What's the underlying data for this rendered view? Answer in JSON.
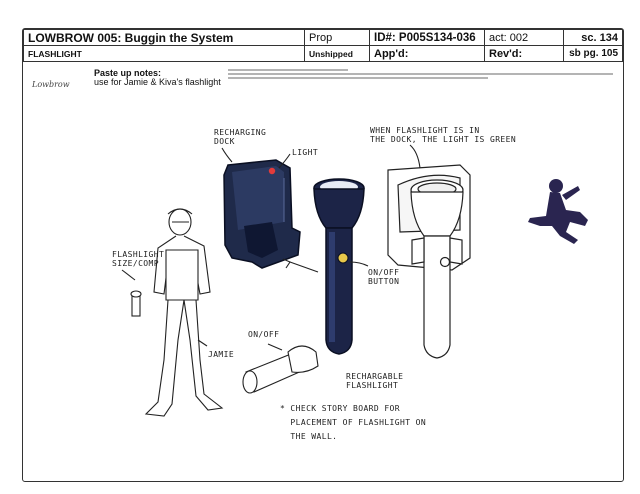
{
  "header": {
    "production": "LOWBROW 005: Buggin the System",
    "item": "FLASHLIGHT",
    "type": "Prop",
    "status": "Unshipped",
    "id": "ID#: P005S134-036",
    "approved_label": "App'd:",
    "act": "act: 002",
    "revised_label": "Rev'd:",
    "scene": "sc. 134",
    "storyboard_page": "sb pg. 105"
  },
  "notes": {
    "stamp": "Lowbrow",
    "title": "Paste up notes:",
    "text": "use for Jamie & Kiva's flashlight"
  },
  "annotations": {
    "dock": "RECHARGING\nDOCK",
    "light": "LIGHT",
    "green": "WHEN FLASHLIGHT IS IN\nTHE DOCK, THE LIGHT IS GREEN",
    "size": "FLASHLIGHT\nSIZE/COMP",
    "onoff": "ON/OFF\nBUTTON",
    "onoff2": "ON/OFF",
    "jamie": "JAMIE",
    "rech": "RECHARGABLE\nFLASHLIGHT",
    "note": "* CHECK STORY BOARD FOR\n  PLACEMENT OF FLASHLIGHT ON\n  THE WALL."
  }
}
